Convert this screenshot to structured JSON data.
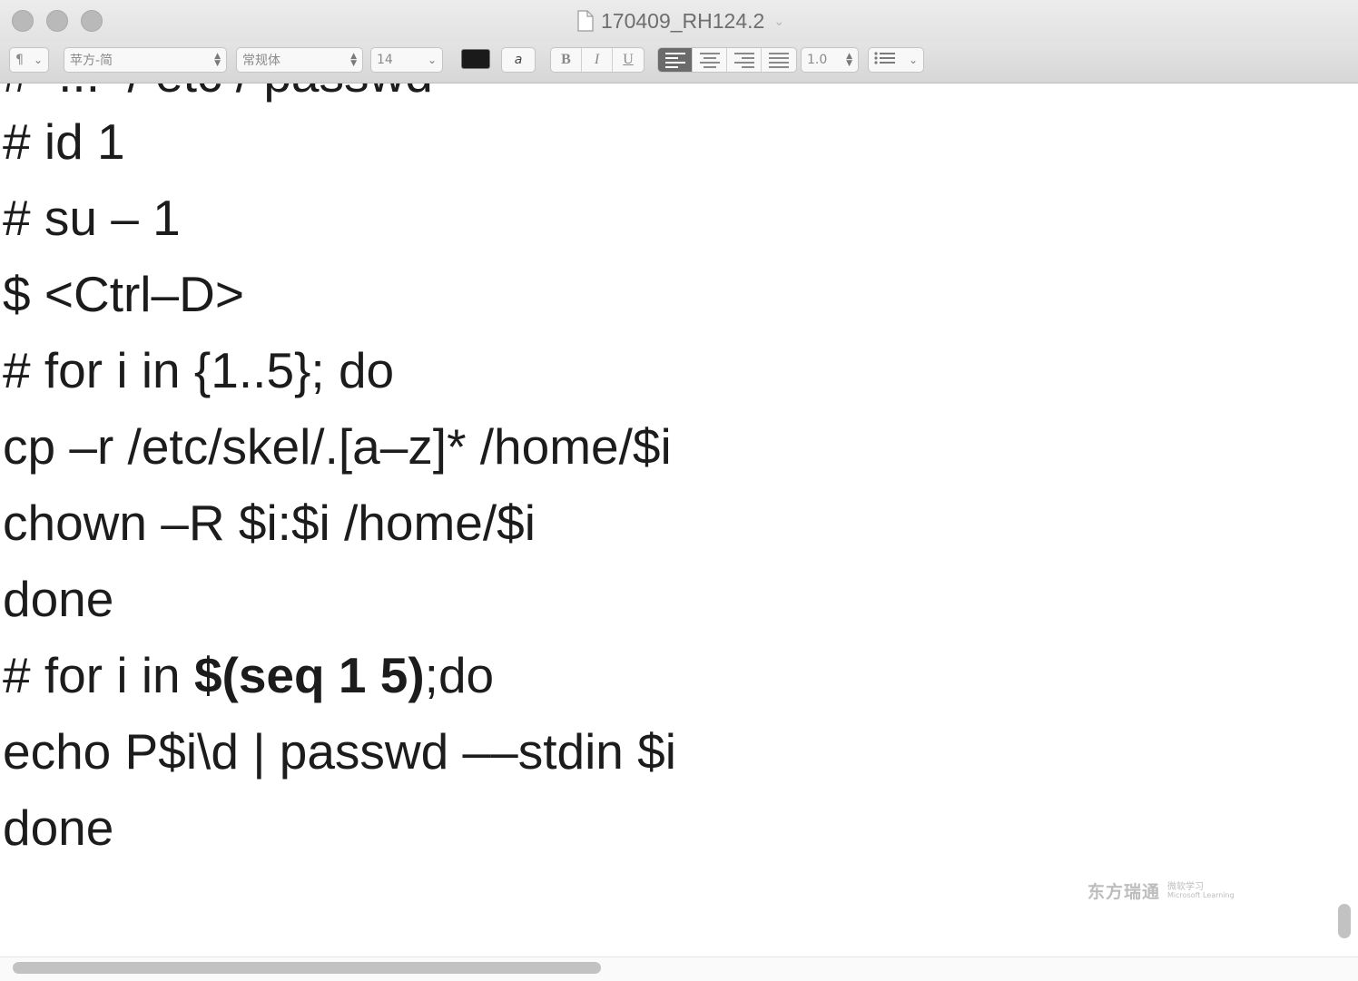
{
  "window": {
    "title": "170409_RH124.2",
    "title_chevron": "⌄"
  },
  "toolbar": {
    "paragraph_style": "¶",
    "font_family": "苹方-简",
    "font_style": "常规体",
    "font_size": "14",
    "text_color": "#1a1a1a",
    "highlight_label": "a",
    "bold_label": "B",
    "italic_label": "I",
    "underline_label": "U",
    "alignment_options": [
      "left",
      "center",
      "right",
      "justify"
    ],
    "alignment_selected": "left",
    "line_spacing": "1.0",
    "list_icon": "list-icon"
  },
  "document": {
    "lines": [
      "# id 1",
      "# su – 1",
      "$ <Ctrl–D>",
      "# for i in {1..5}; do",
      "cp –r /etc/skel/.[a–z]* /home/$i",
      "chown –R $i:$i /home/$i",
      "done",
      "# for i in ",
      "$(seq 1 5)",
      ";do",
      "echo P$i\\d | passwd ––stdin $i",
      "done"
    ]
  },
  "watermark": {
    "brand": "东方瑞通",
    "sub1": "微软学习",
    "sub2": "Microsoft Learning"
  }
}
